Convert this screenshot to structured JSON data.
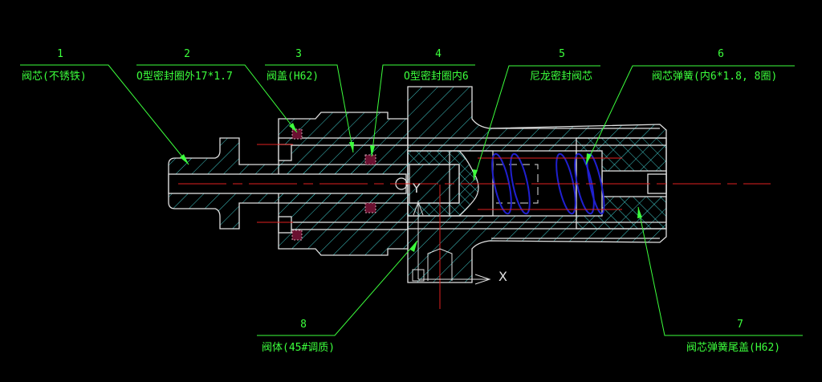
{
  "drawing": {
    "callouts": [
      {
        "number": "1",
        "text": "阀芯(不锈铁)"
      },
      {
        "number": "2",
        "text": "O型密封圈外17*1.7"
      },
      {
        "number": "3",
        "text": "阀盖(H62)"
      },
      {
        "number": "4",
        "text": "O型密封圈内6"
      },
      {
        "number": "5",
        "text": "尼龙密封阀芯"
      },
      {
        "number": "6",
        "text": "阀芯弹簧(内6*1.8, 8圈)"
      },
      {
        "number": "7",
        "text": "阀芯弹簧尾盖(H62)"
      },
      {
        "number": "8",
        "text": "阀体(45#调质)"
      }
    ],
    "ucs": {
      "x_label": "X",
      "y_label": "Y"
    },
    "colors": {
      "background": "#000000",
      "outline": "#e0e0e0",
      "hatch": "#40c8c8",
      "leader": "#3cff3c",
      "centerline": "#e02020",
      "spring": "#2020d0",
      "oring": "#6a1030"
    }
  }
}
